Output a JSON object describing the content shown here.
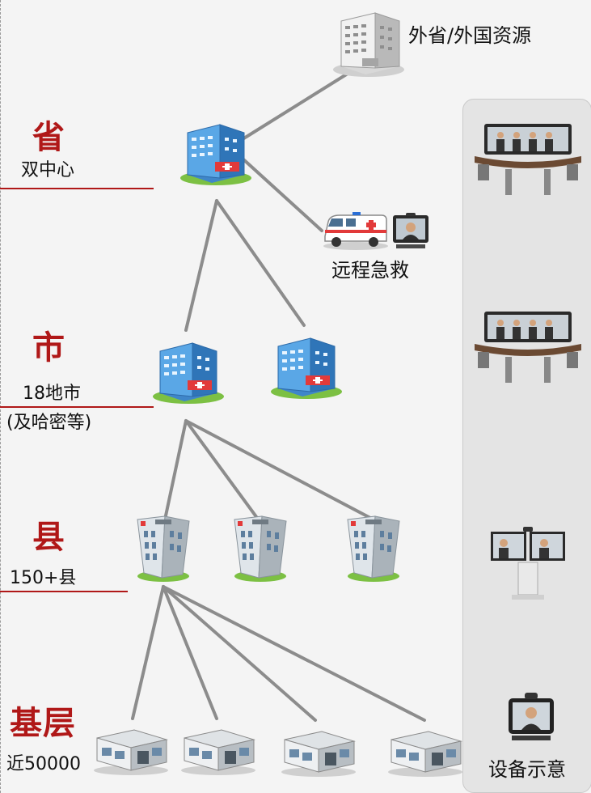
{
  "levels": [
    {
      "title": "省",
      "subtitle": "双中心"
    },
    {
      "title": "市",
      "subtitle": "18地市",
      "note": "(及哈密等)"
    },
    {
      "title": "县",
      "subtitle": "150+县"
    },
    {
      "title": "基层",
      "subtitle": "近50000"
    }
  ],
  "nodes": {
    "external": "外省/外国资源",
    "ambulance": "远程急救"
  },
  "device_panel": {
    "caption": "设备示意"
  },
  "colors": {
    "accent": "#b01818",
    "link": "#8c8c8c"
  }
}
